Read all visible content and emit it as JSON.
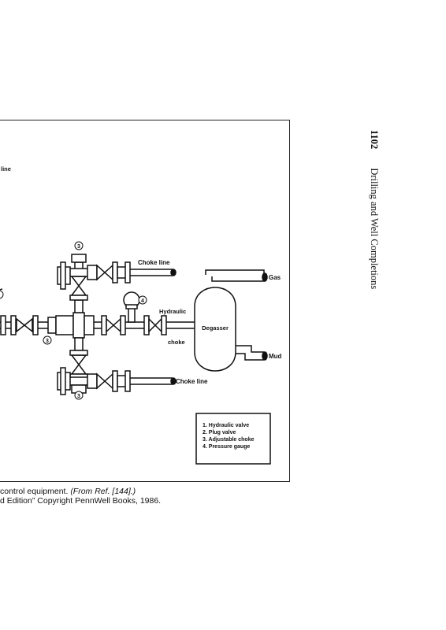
{
  "page": {
    "number": "1102",
    "running_title": "Drilling and Well Completions"
  },
  "figure": {
    "labels": {
      "fragment_line": "line",
      "choke_line_top": "Choke line",
      "choke_line_bottom": "Choke line",
      "gas": "Gas",
      "mud": "Mud",
      "hydraulic_choke_1": "Hydraulic",
      "hydraulic_choke_2": "choke",
      "degasser": "Degasser"
    },
    "callouts": {
      "valve_top": "3",
      "valve_mid": "3",
      "valve_bottom": "3",
      "gauge": "4"
    },
    "legend": [
      "1.  Hydraulic valve",
      "2.  Plug valve",
      "3.  Adjustable choke",
      "4.  Pressure gauge"
    ]
  },
  "caption": {
    "line1_text": "control equipment. ",
    "line1_source": "(From Ref. [144].)",
    "line2_text": "d Edition” Copyright PennWell Books, 1986."
  }
}
